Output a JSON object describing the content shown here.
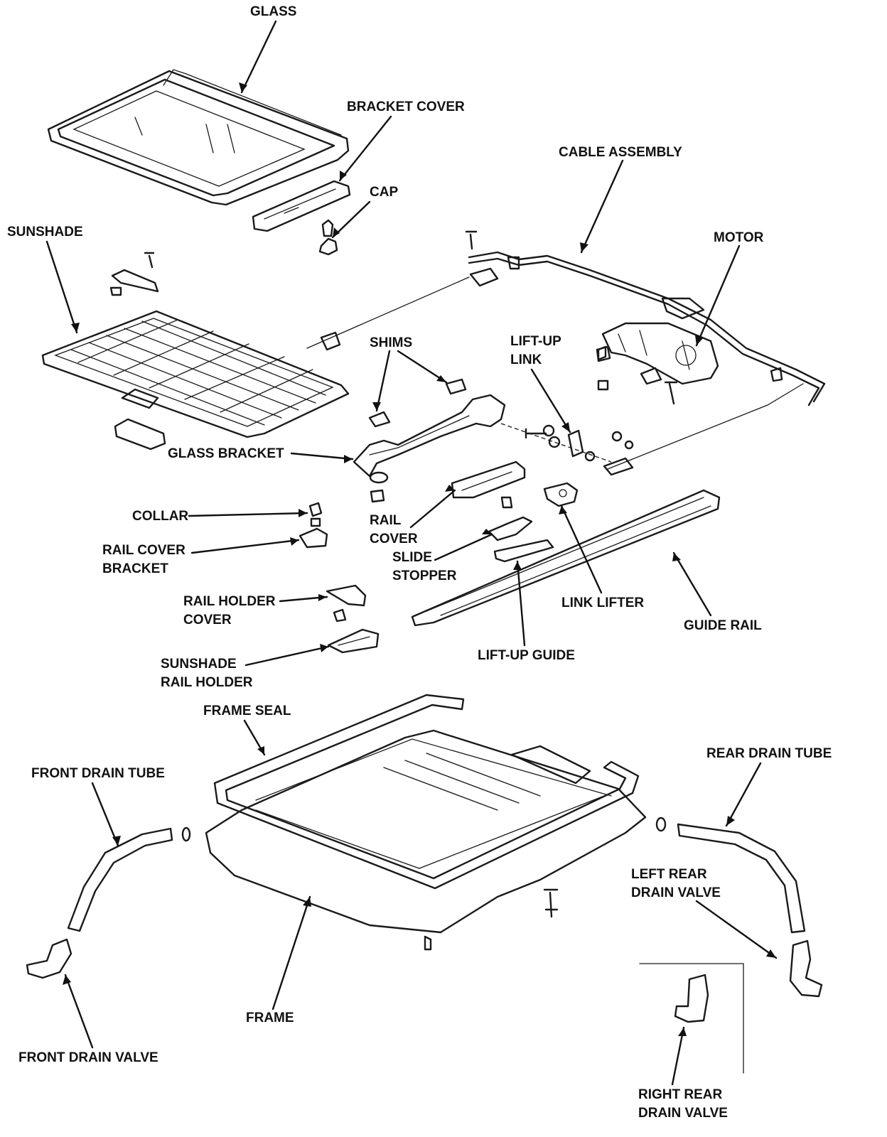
{
  "labels": {
    "glass": "GLASS",
    "bracket_cover": "BRACKET COVER",
    "cable_assembly": "CABLE ASSEMBLY",
    "cap": "CAP",
    "sunshade": "SUNSHADE",
    "motor": "MOTOR",
    "shims": "SHIMS",
    "lift_up_link": [
      "LIFT-UP",
      "LINK"
    ],
    "glass_bracket": "GLASS BRACKET",
    "collar": "COLLAR",
    "rail_cover": [
      "RAIL",
      "COVER"
    ],
    "rail_cover_bracket": [
      "RAIL COVER",
      "BRACKET"
    ],
    "slide_stopper": [
      "SLIDE",
      "STOPPER"
    ],
    "link_lifter": "LINK LIFTER",
    "guide_rail": "GUIDE RAIL",
    "rail_holder_cover": [
      "RAIL HOLDER",
      "COVER"
    ],
    "lift_up_guide": "LIFT-UP GUIDE",
    "sunshade_rail_holder": [
      "SUNSHADE",
      "RAIL HOLDER"
    ],
    "frame_seal": "FRAME SEAL",
    "front_drain_tube": "FRONT DRAIN TUBE",
    "rear_drain_tube": "REAR DRAIN TUBE",
    "left_rear_drain_valve": [
      "LEFT REAR",
      "DRAIN VALVE"
    ],
    "frame": "FRAME",
    "front_drain_valve": "FRONT DRAIN VALVE",
    "right_rear_drain_valve": [
      "RIGHT REAR",
      "DRAIN VALVE"
    ]
  },
  "colors": {
    "ink": "#111111",
    "background": "#ffffff"
  }
}
